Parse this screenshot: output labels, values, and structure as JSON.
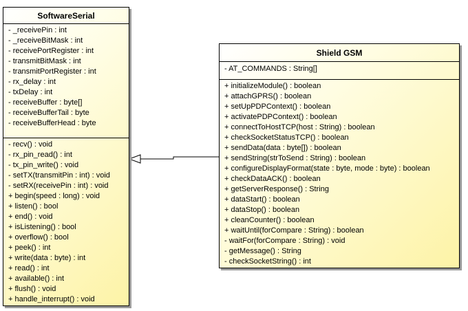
{
  "classes": {
    "software_serial": {
      "name": "SoftwareSerial",
      "attributes": [
        "- _receivePin : int",
        "- _receiveBitMask : int",
        "- receivePortRegister : int",
        "- transmitBitMask : int",
        "- transmitPortRegister : int",
        "- rx_delay : int",
        "- txDelay : int",
        "- receiveBuffer : byte[]",
        "- receiveBufferTail : byte",
        "- receiveBufferHead : byte"
      ],
      "operations": [
        "- recv() : void",
        "- rx_pin_read() : int",
        "- tx_pin_write() : void",
        "- setTX(transmitPin : int) : void",
        "- setRX(receivePin : int) : void",
        "+ begin(speed : long) : void",
        "+ listen() : bool",
        "+ end() : void",
        "+ isListening() : bool",
        "+ overflow() : bool",
        "+ peek() : int",
        "+ write(data : byte) : int",
        "+ read() : int",
        "+ available() : int",
        "+ flush() : void",
        "+ handle_interrupt() : void"
      ]
    },
    "shield_gsm": {
      "name": "Shield GSM",
      "attributes": [
        "- AT_COMMANDS : String[]"
      ],
      "operations": [
        "+ initializeModule() : boolean",
        "+ attachGPRS() : boolean",
        "+ setUpPDPContext() : boolean",
        "+ activatePDPContext() : boolean",
        "+ connectToHostTCP(host : String) : boolean",
        "+ checkSocketStatusTCP() : boolean",
        "+ sendData(data : byte[]) : boolean",
        "+ sendString(strToSend : String) : boolean",
        "+ configureDisplayFormat(state : byte, mode : byte) : boolean",
        "+ checkDataACK() : boolean",
        "+ getServerResponse() : String",
        "+ dataStart() : boolean",
        "+ dataStop() : boolean",
        "+ cleanCounter() : boolean",
        "+ waitUntil(forCompare : String) : boolean",
        "- waitFor(forCompare : String) : void",
        "- getMessage() : String",
        "- checkSocketString() : int"
      ]
    }
  },
  "relations": [
    {
      "type": "generalization",
      "from": "Shield GSM",
      "to": "SoftwareSerial"
    }
  ]
}
